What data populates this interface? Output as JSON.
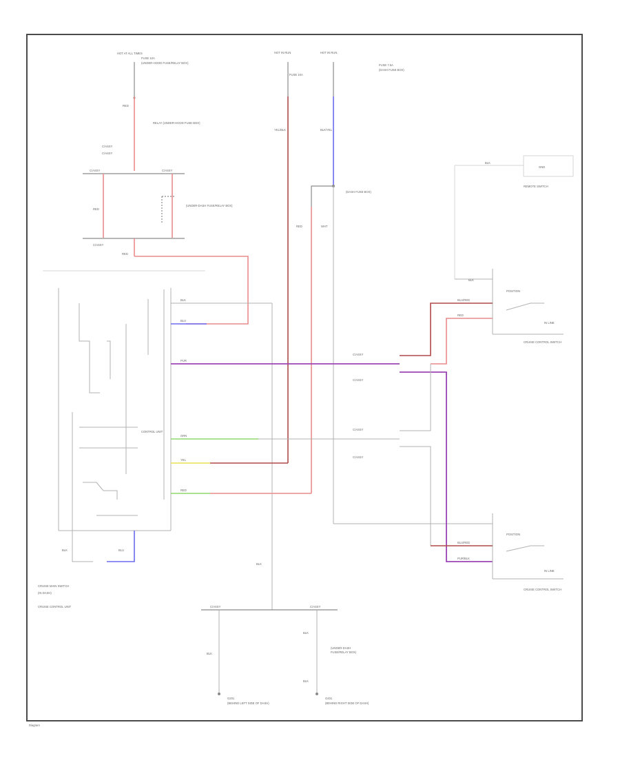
{
  "diagram": {
    "title": "",
    "colors": {
      "border": "#4a4a4a",
      "wire_red": "#e98a8a",
      "wire_dark_red": "#b04848",
      "wire_purple": "#9b44b3",
      "wire_blue": "#6a6af0",
      "wire_green": "#8fd86a",
      "wire_yellow": "#e8e34a",
      "wire_black": "#8a8a8a"
    },
    "labels": {
      "hot_top_left": "HOT AT ALL TIMES",
      "fuse_top_left": "FUSE 10A",
      "fuse_top_left_2": "(UNDER-HOOD FUSE/RELAY BOX)",
      "hot_run": "HOT IN RUN",
      "fuse_center": "FUSE 10A",
      "hot_run_2": "HOT IN RUN",
      "fuse_center_2": "FUSE 7.5A",
      "fuse_center_3": "(DASH FUSE BOX)",
      "relay_top_left": "RELAY (UNDER-HOOD FUSE BOX)",
      "connector_a": "C/ASSY",
      "connector_b": "C/ASSY",
      "remote_switch": "REMOTE SWITCH",
      "control_unit": "CONTROL UNIT",
      "cruise_label_top": "CRUISE CONTROL UNIT",
      "main_switch": "CRUISE MAIN SWITCH",
      "cruise_switch_label": "CRUISE CONTROL SWITCH",
      "wire_blk_1": "BLK",
      "wire_red_1": "RED",
      "wire_wht": "WHT",
      "wire_blu": "BLU",
      "wire_grn": "GRN",
      "wire_yel": "YEL",
      "wire_red_2": "RED",
      "wire_pur": "PUR",
      "ground_1": "G201",
      "ground_2": "G401",
      "ground_note_1": "(BEHIND LEFT SIDE OF DASH)",
      "ground_note_2": "(BEHIND RIGHT SIDE OF DASH)",
      "footer": "Diagram"
    }
  }
}
